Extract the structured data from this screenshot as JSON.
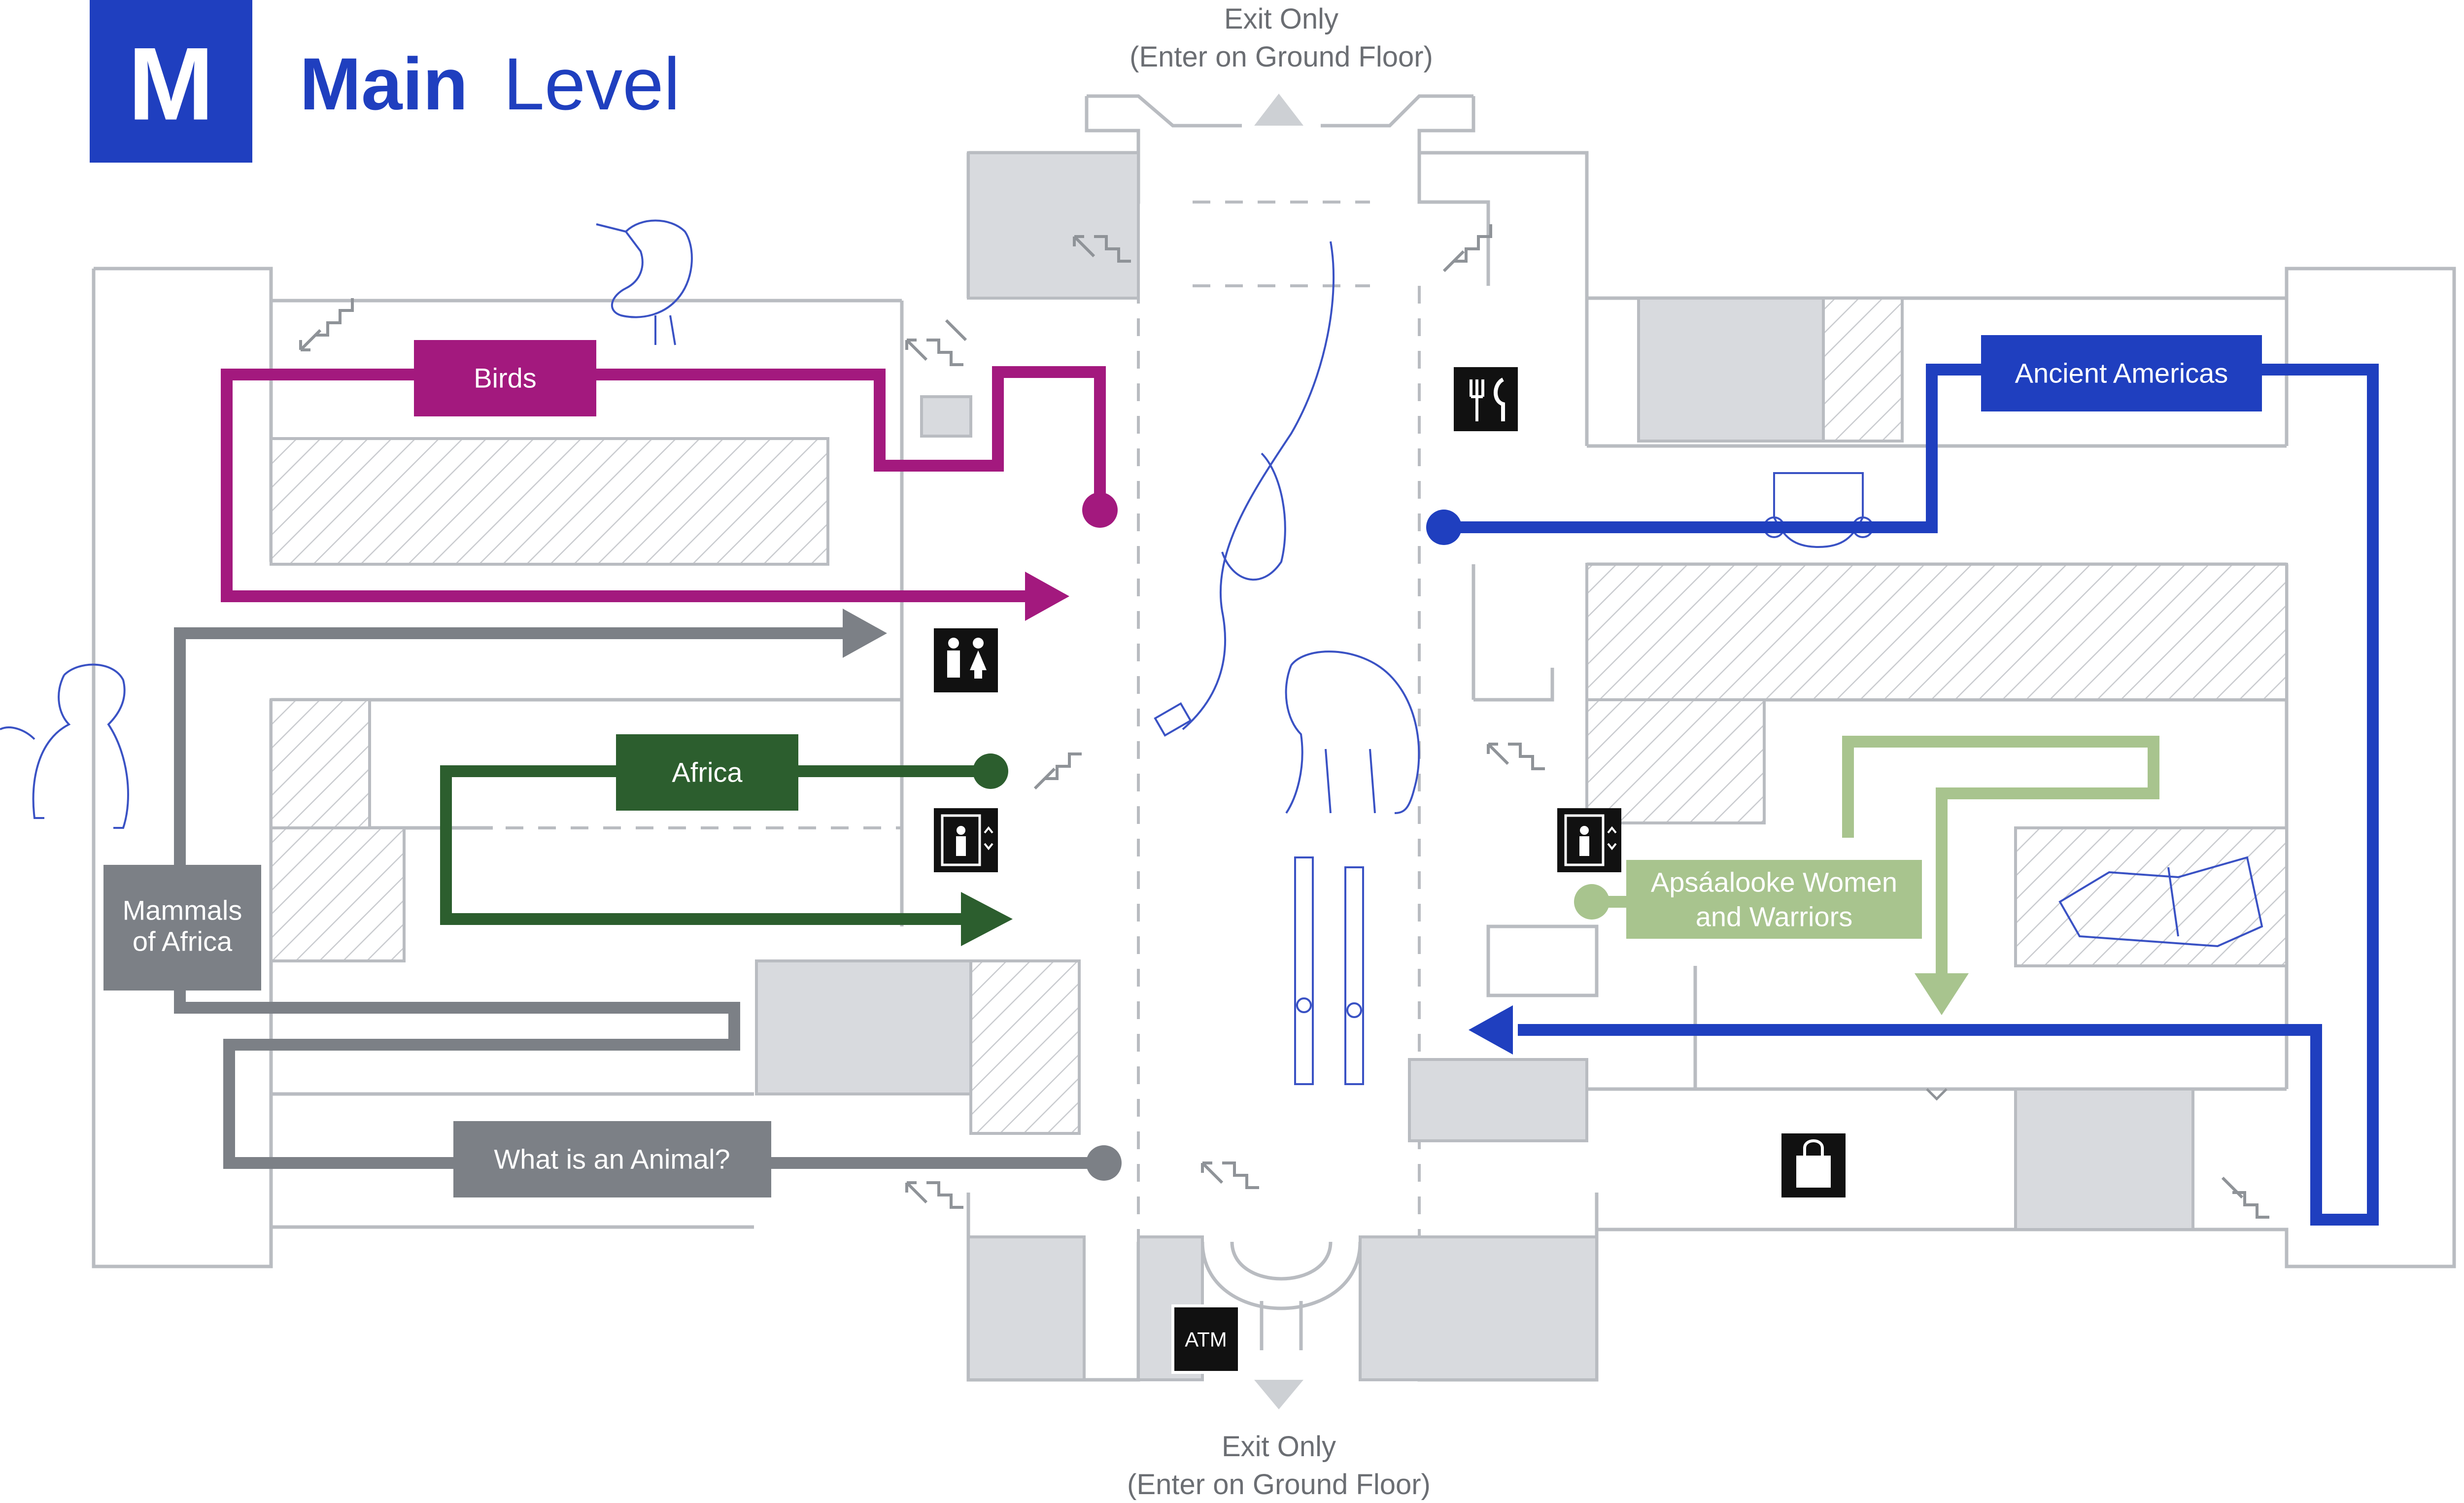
{
  "header": {
    "level_letter": "M",
    "title_bold": "Main",
    "title_light": "Level"
  },
  "exits": {
    "top_line1": "Exit Only",
    "top_line2": "(Enter on Ground Floor)",
    "bottom_line1": "Exit Only",
    "bottom_line2": "(Enter on Ground Floor)"
  },
  "routes": {
    "birds": {
      "label": "Birds",
      "color": "#a3197e"
    },
    "ancient_americas": {
      "label": "Ancient Americas",
      "color": "#1f3fbf"
    },
    "africa": {
      "label": "Africa",
      "color": "#2c5e2e"
    },
    "mammals_of_africa": {
      "line1": "Mammals",
      "line2": "of Africa",
      "color": "#7c8086"
    },
    "what_is_an_animal": {
      "label": "What is an Animal?",
      "color": "#7c8086"
    },
    "apsaalooke": {
      "line1": "Apsáalooke Women",
      "line2": "and Warriors",
      "color": "#a8c48e"
    }
  },
  "amenities": {
    "atm_label": "ATM",
    "icons": [
      "restroom-icon",
      "elevator-icon",
      "restaurant-icon",
      "shop-icon",
      "atm-icon",
      "stairs-icon"
    ]
  },
  "colors": {
    "brand_blue": "#1f3fbf",
    "wall": "#b9bcc1",
    "room_fill": "#d8dade"
  }
}
